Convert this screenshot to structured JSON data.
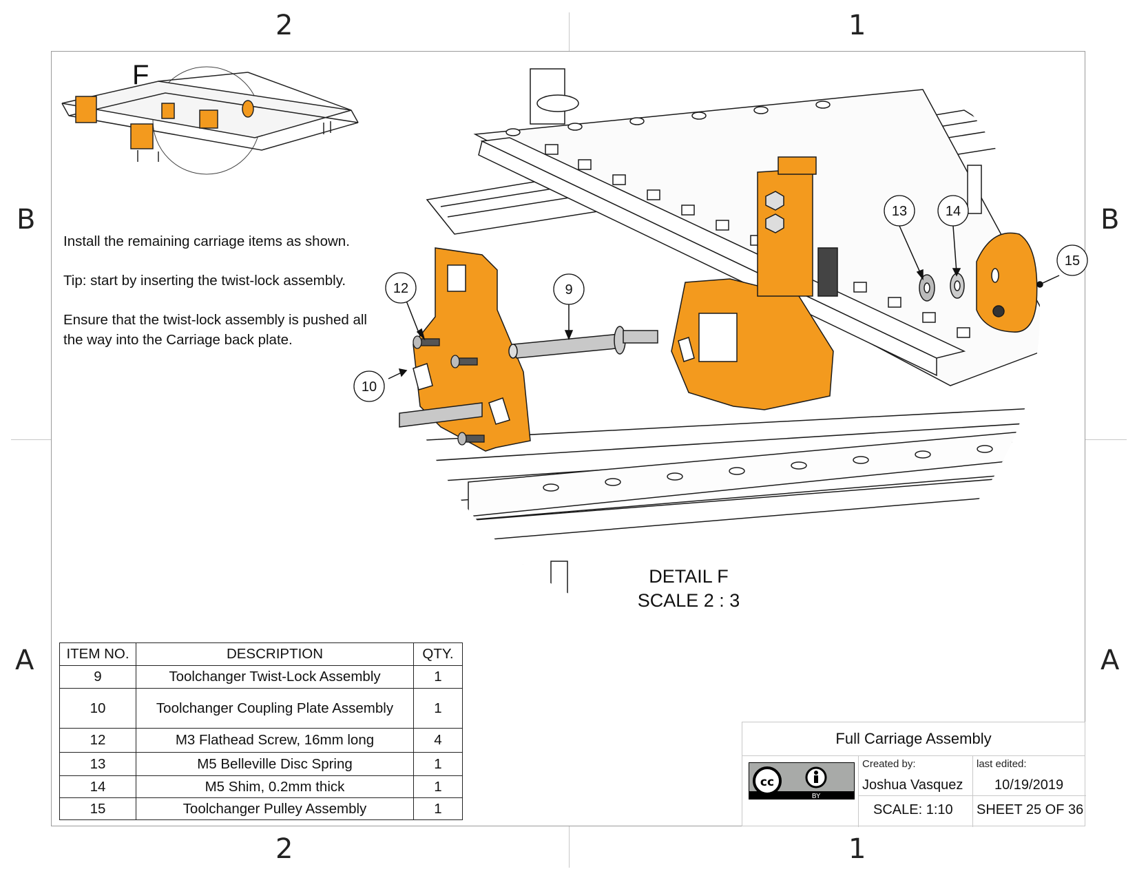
{
  "zones": {
    "col_left": "2",
    "col_right": "1",
    "row_top": "B",
    "row_bottom": "A"
  },
  "detail_label": "F",
  "instructions": {
    "p1": "Install the remaining carriage items as shown.",
    "p2": "Tip: start by inserting the twist-lock assembly.",
    "p3": "Ensure that the twist-lock assembly is pushed all the way into the Carriage back plate."
  },
  "detail": {
    "title": "DETAIL F",
    "scale": "SCALE 2 : 3"
  },
  "callouts": [
    "12",
    "9",
    "10",
    "13",
    "14",
    "15"
  ],
  "bom": {
    "headers": [
      "ITEM NO.",
      "DESCRIPTION",
      "QTY."
    ],
    "rows": [
      {
        "item": "9",
        "desc": "Toolchanger Twist-Lock Assembly",
        "qty": "1"
      },
      {
        "item": "10",
        "desc": "Toolchanger Coupling Plate Assembly",
        "qty": "1"
      },
      {
        "item": "12",
        "desc": "M3 Flathead Screw, 16mm long",
        "qty": "4"
      },
      {
        "item": "13",
        "desc": "M5 Belleville Disc Spring",
        "qty": "1"
      },
      {
        "item": "14",
        "desc": "M5 Shim, 0.2mm thick",
        "qty": "1"
      },
      {
        "item": "15",
        "desc": "Toolchanger Pulley Assembly",
        "qty": "1"
      }
    ]
  },
  "title_block": {
    "title": "Full Carriage Assembly",
    "created_by_label": "Created by:",
    "author": "Joshua Vasquez",
    "last_edited_label": "last edited:",
    "date": "10/19/2019",
    "scale": "SCALE: 1:10",
    "sheet": "SHEET 25 OF 36",
    "license_icon": "cc-by-icon",
    "license_badge": "BY"
  },
  "colors": {
    "part_orange": "#F39A1E",
    "line": "#1a1a1a"
  }
}
